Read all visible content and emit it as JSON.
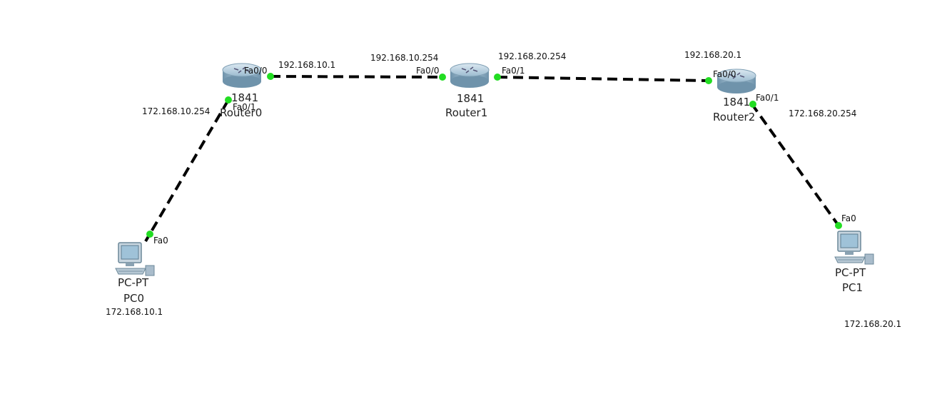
{
  "devices": {
    "router0": {
      "model": "1841",
      "name": "Router0"
    },
    "router1": {
      "model": "1841",
      "name": "Router1"
    },
    "router2": {
      "model": "1841",
      "name": "Router2"
    },
    "pc0": {
      "model": "PC-PT",
      "name": "PC0",
      "ip": "172.168.10.1"
    },
    "pc1": {
      "model": "PC-PT",
      "name": "PC1",
      "ip": "172.168.20.1"
    }
  },
  "ports": {
    "r0_fa00": "Fa0/0",
    "r0_fa01": "Fa0/1",
    "r1_fa00": "Fa0/0",
    "r1_fa01": "Fa0/1",
    "r2_fa00": "Fa0/0",
    "r2_fa01": "Fa0/1",
    "pc0_fa0": "Fa0",
    "pc1_fa0": "Fa0"
  },
  "addresses": {
    "r0_fa00_ip": "192.168.10.1",
    "r0_fa01_ip": "172.168.10.254",
    "r1_fa00_ip": "192.168.10.254",
    "r1_fa01_ip": "192.168.20.254",
    "r2_fa00_ip": "192.168.20.1",
    "r2_fa01_ip": "172.168.20.254"
  },
  "colors": {
    "link": "#000000",
    "port_up": "#22dd22",
    "router_body": "#8fb3c9"
  }
}
